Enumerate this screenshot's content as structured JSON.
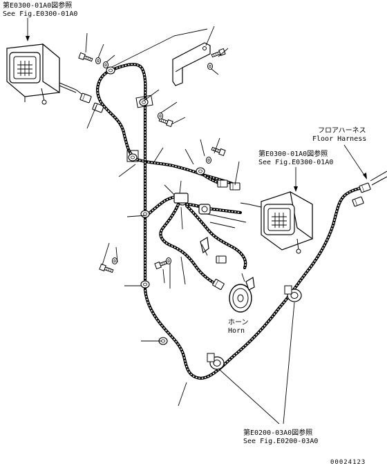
{
  "labels": {
    "front_lamp_ref_jp": "第E0300-01A0図参照",
    "front_lamp_ref_en": "See Fig.E0300-01A0",
    "floor_harness_jp": "フロアハーネス",
    "floor_harness_en": "Floor Harness",
    "side_lamp_ref_jp": "第E0300-01A0図参照",
    "side_lamp_ref_en": "See Fig.E0300-01A0",
    "horn_jp": "ホーン",
    "horn_en": "Horn",
    "bottom_ref_jp": "第E0200-03A0図参照",
    "bottom_ref_en": "See Fig.E0200-03A0",
    "figure_code": "00024123"
  },
  "icons": {
    "work_lamp": "work-lamp-icon",
    "horn": "horn-icon",
    "bolt": "bolt-icon",
    "connector": "connector-icon",
    "clamp": "clamp-icon",
    "bracket": "bracket-icon"
  }
}
